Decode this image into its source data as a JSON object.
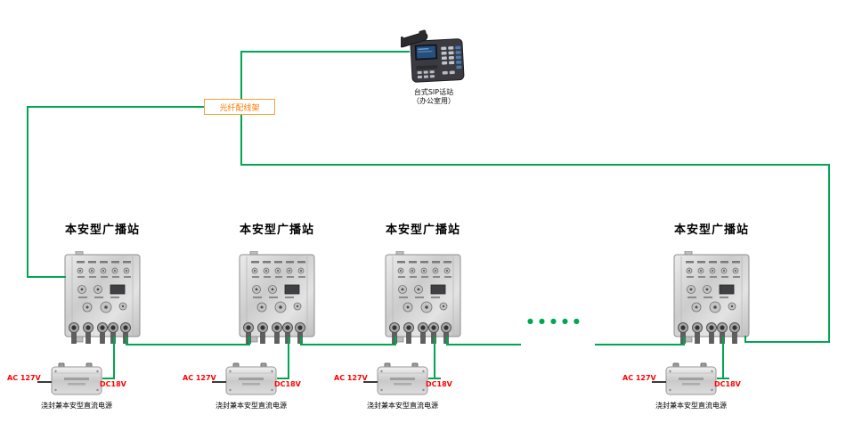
{
  "colors": {
    "line": "#00A651",
    "power_text": "#FF0000",
    "fiber_text": "#FF7A00"
  },
  "phone": {
    "caption_line1": "台式SIP话站",
    "caption_line2": "（办公室用）"
  },
  "fiber_patch_panel": {
    "label": "光纤配线架"
  },
  "stations": [
    {
      "label": "本安型广播站"
    },
    {
      "label": "本安型广播站"
    },
    {
      "label": "本安型广播站"
    },
    {
      "label": "本安型广播站"
    }
  ],
  "continuation_dots": "●●●●●",
  "power_supplies": [
    {
      "ac_input": "AC 127V",
      "dc_output": "DC18V",
      "caption": "浇封兼本安型直流电源"
    },
    {
      "ac_input": "AC 127V",
      "dc_output": "DC18V",
      "caption": "浇封兼本安型直流电源"
    },
    {
      "ac_input": "AC 127V",
      "dc_output": "DC18V",
      "caption": "浇封兼本安型直流电源"
    },
    {
      "ac_input": "AC 127V",
      "dc_output": "DC18V",
      "caption": "浇封兼本安型直流电源"
    }
  ]
}
